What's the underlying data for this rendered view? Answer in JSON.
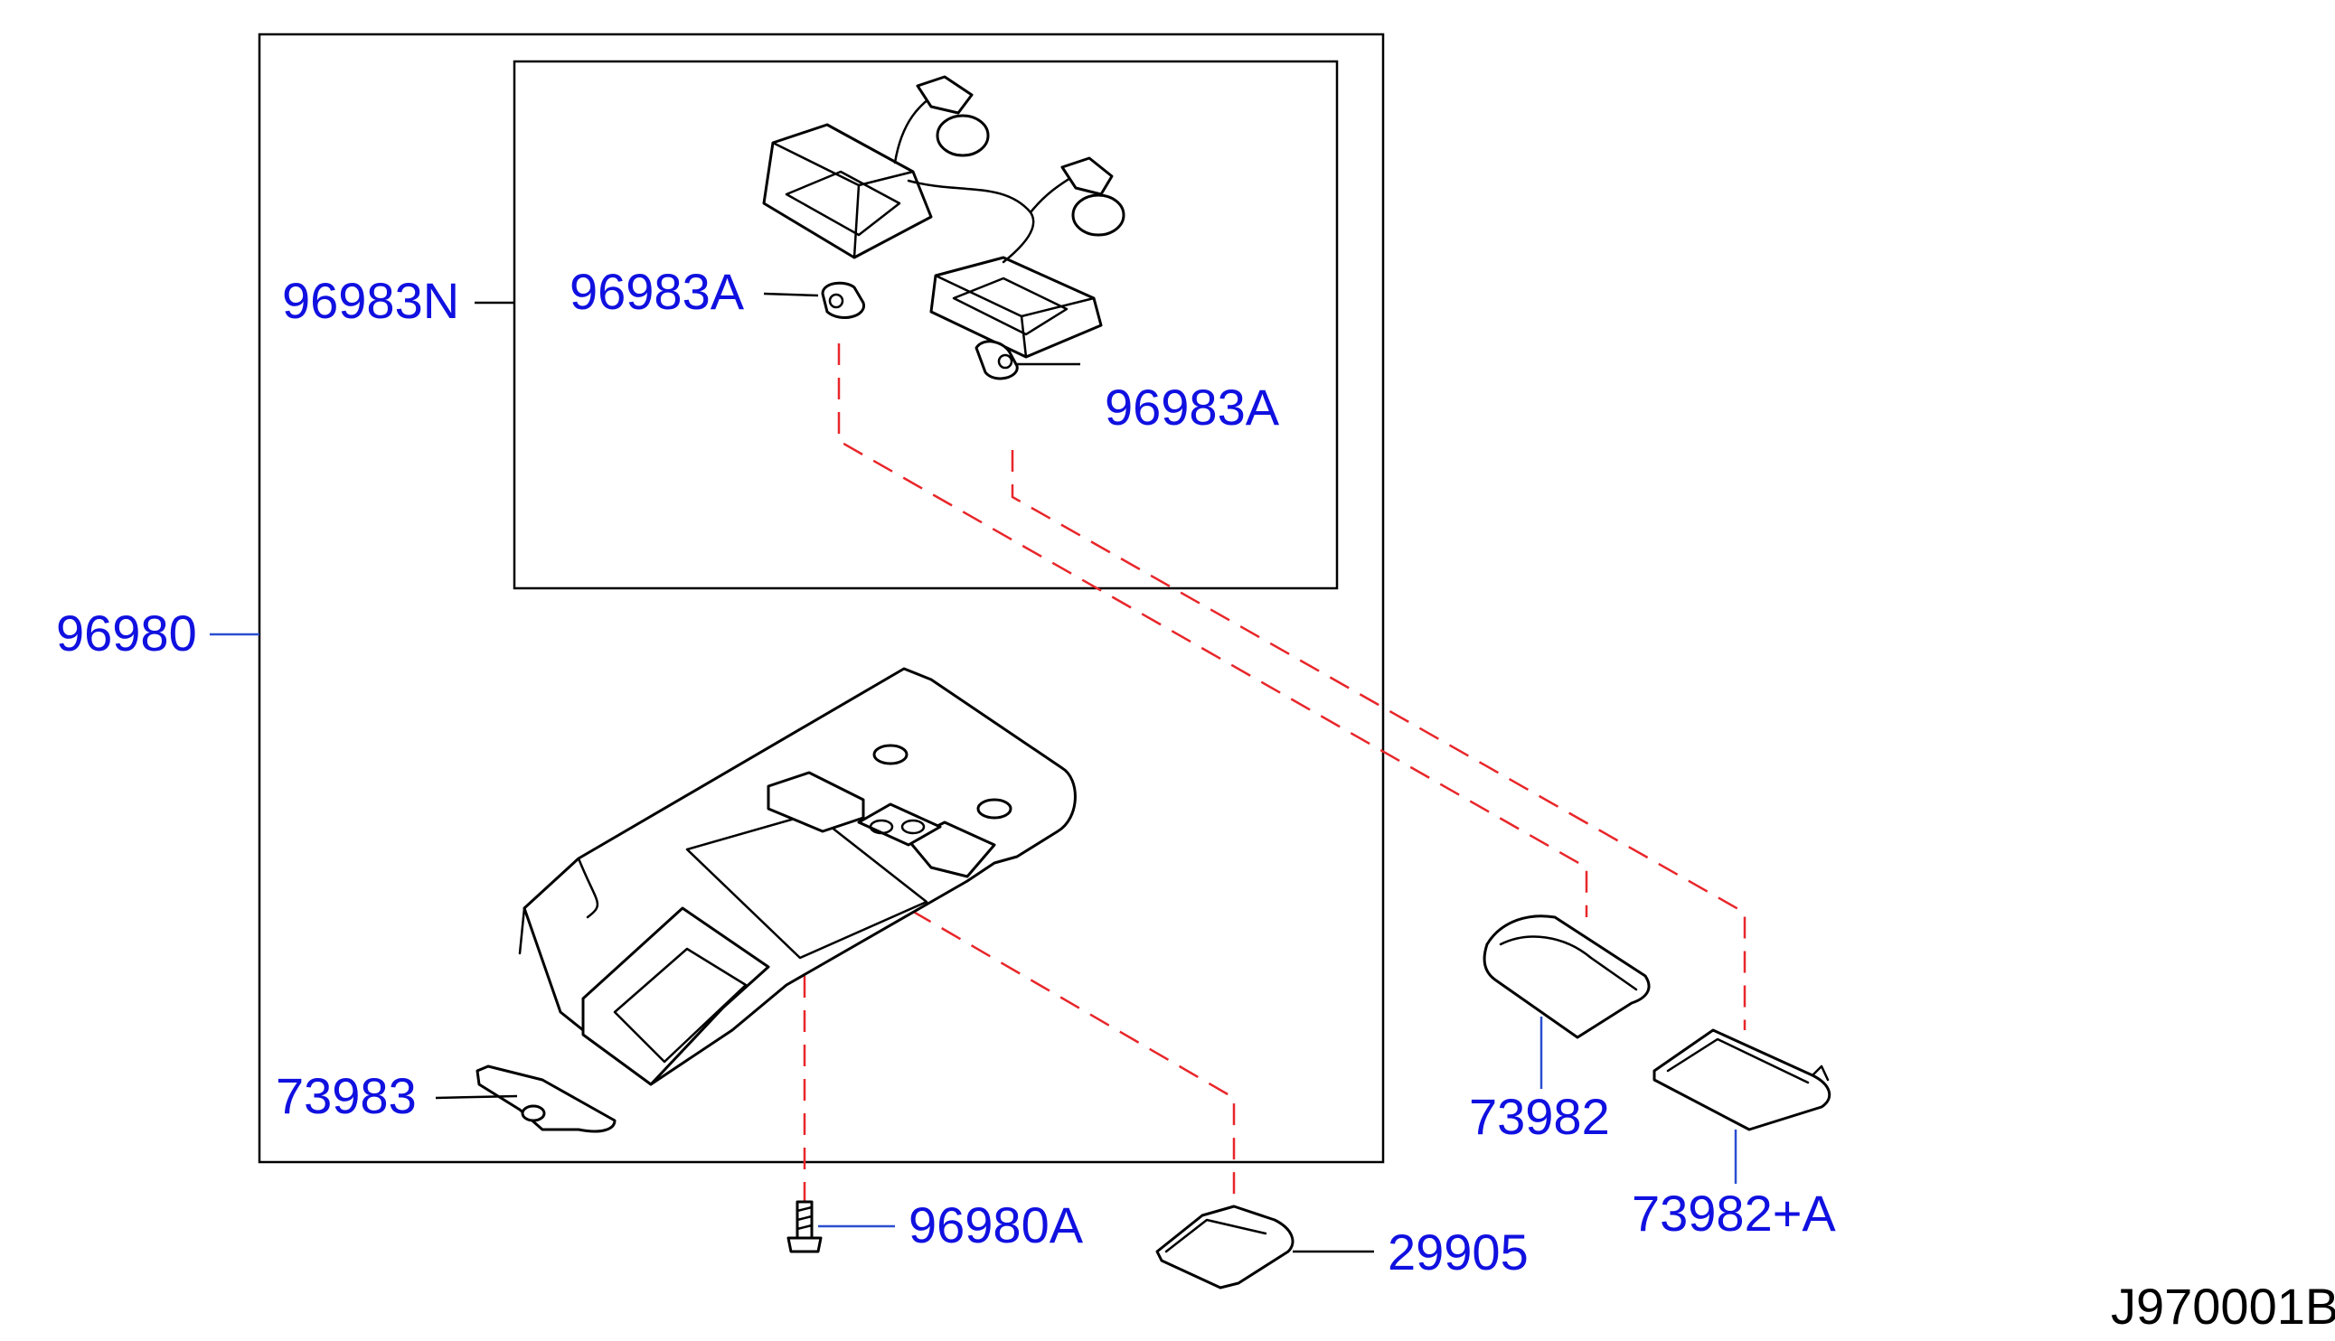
{
  "diagram": {
    "labels": {
      "assembly": "96980",
      "lamp_harness": "96983N",
      "bulb_left": "96983A",
      "bulb_right": "96983A",
      "clip": "73983",
      "lens_left": "73982",
      "lens_right": "73982+A",
      "screw": "96980A",
      "switch_cover": "29905"
    },
    "reference_code": "J970001B"
  }
}
